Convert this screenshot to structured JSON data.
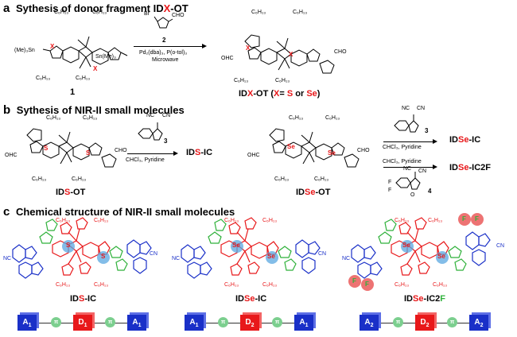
{
  "panel_a": {
    "letter": "a",
    "title_pre": "Sythesis of donor fragment ID",
    "title_x": "X",
    "title_post": "-OT",
    "reactant_label": "1",
    "reagent_number": "2",
    "conditions_line1": "Pd₂(dba)₃, P(o-tol)₃",
    "conditions_line2": "Microwave",
    "product_pre": "ID",
    "product_x": "X",
    "product_mid": "-OT (",
    "product_x2": "X",
    "product_eq": "= ",
    "product_s": "S",
    "product_or": " or ",
    "product_se": "Se",
    "product_close": ")",
    "sn_left": "(Me)₃Sn",
    "sn_right": "Sn(Me)₃",
    "c6h13": "C₆H₁₃",
    "x_mark": "X",
    "cho": "CHO",
    "ohc": "OHC",
    "br": "Br"
  },
  "panel_b": {
    "letter": "b",
    "title": "Sythesis of NIR-II small molecules",
    "ids_ot_pre": "ID",
    "ids_ot_s": "S",
    "ids_ot_post": "-OT",
    "idse_ot_pre": "ID",
    "idse_ot_se": "Se",
    "idse_ot_post": "-OT",
    "reagent3": "3",
    "reagent4": "4",
    "cond": "CHCl₃, Pyridine",
    "ids_ic_pre": "ID",
    "ids_ic_s": "S",
    "ids_ic_post": "-IC",
    "idse_ic_pre": "ID",
    "idse_ic_se": "Se",
    "idse_ic_post": "-IC",
    "idse_ic2f_pre": "ID",
    "idse_ic2f_se": "Se",
    "idse_ic2f_post": "-IC2F",
    "s_atom": "S",
    "se_atom": "Se",
    "nc": "NC",
    "cn": "CN",
    "f": "F",
    "o": "O"
  },
  "panel_c": {
    "letter": "c",
    "title": "Chemical structure of NIR-II small molecules",
    "mol1_pre": "ID",
    "mol1_x": "S",
    "mol1_post": "-IC",
    "mol2_pre": "ID",
    "mol2_x": "Se",
    "mol2_post": "-IC",
    "mol3_pre": "ID",
    "mol3_x": "Se",
    "mol3_mid": "-IC2",
    "mol3_f": "F",
    "chain1": {
      "a_left": "A",
      "a_left_sub": "1",
      "pi": "π",
      "d": "D",
      "d_sub": "1",
      "a_right": "A",
      "a_right_sub": "1"
    },
    "chain2": {
      "a_left": "A",
      "a_left_sub": "1",
      "pi": "π",
      "d": "D",
      "d_sub": "2",
      "a_right": "A",
      "a_right_sub": "1"
    },
    "chain3": {
      "a_left": "A",
      "a_left_sub": "2",
      "pi": "π",
      "d": "D",
      "d_sub": "2",
      "a_right": "A",
      "a_right_sub": "2"
    }
  },
  "colors": {
    "accent_red": "#e8181a",
    "acceptor_blue": "#1a30c8",
    "bridge_green": "#2fb13a",
    "highlight_circle": "#5aa7e0",
    "fluorine_circle": "#e85050"
  }
}
